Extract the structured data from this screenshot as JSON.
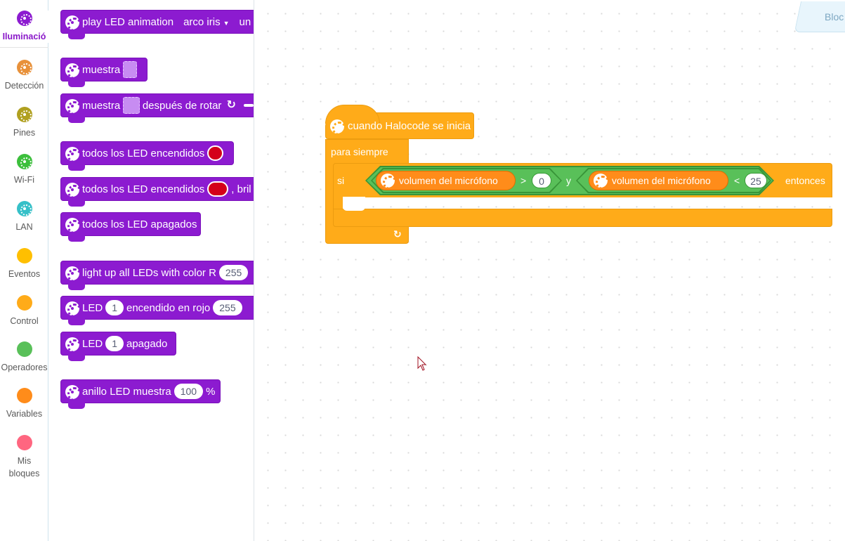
{
  "categories": [
    {
      "label": "Iluminació",
      "color": "#8c1bd0",
      "icon": "lightbulb-gear-icon",
      "selected": true
    },
    {
      "label": "Detección",
      "color": "#e8913a",
      "icon": "sensor-gear-icon"
    },
    {
      "label": "Pines",
      "color": "#b0a020",
      "icon": "pins-gear-icon"
    },
    {
      "label": "Wi-Fi",
      "color": "#3cbf3c",
      "icon": "wifi-gear-icon"
    },
    {
      "label": "LAN",
      "color": "#36c0c8",
      "icon": "lan-gear-icon"
    },
    {
      "label": "Eventos",
      "color": "#ffbf00",
      "icon": "events-dot-icon"
    },
    {
      "label": "Control",
      "color": "#ffab19",
      "icon": "control-dot-icon"
    },
    {
      "label": "Operadores",
      "color": "#59c059",
      "icon": "operators-dot-icon"
    },
    {
      "label": "Variables",
      "color": "#ff8c1a",
      "icon": "variables-dot-icon"
    },
    {
      "label": "Mis",
      "label2": "bloques",
      "color": "#ff6680",
      "icon": "my-blocks-dot-icon"
    }
  ],
  "flyout": {
    "play_anim": {
      "text": "play LED animation",
      "dropdown": "arco iris",
      "tail": "un"
    },
    "show": {
      "text": "muestra"
    },
    "show_rotate": {
      "text": "muestra",
      "text2": "después de rotar"
    },
    "all_on": {
      "text": "todos los LED encendidos"
    },
    "all_on_bright": {
      "text": "todos los LED encendidos",
      "tail": ", bril"
    },
    "all_off": {
      "text": "todos los LED apagados"
    },
    "light_rgb": {
      "text": "light up all LEDs with color R",
      "value": "255"
    },
    "led_on": {
      "text": "LED",
      "index": "1",
      "text2": "encendido en rojo",
      "value": "255"
    },
    "led_off": {
      "text": "LED",
      "index": "1",
      "text2": "apagado"
    },
    "ring": {
      "text": "anillo LED muestra",
      "value": "100",
      "unit": "%"
    }
  },
  "workspace": {
    "tab_label": "Bloc",
    "hat": "cuando Halocode se inicia",
    "forever": "para siempre",
    "if_label": "si",
    "then_label": "entonces",
    "and_label": "y",
    "left": {
      "reporter": "volumen del micrófono",
      "op": ">",
      "value": "0"
    },
    "right": {
      "reporter": "volumen del micrófono",
      "op": "<",
      "value": "25"
    }
  }
}
